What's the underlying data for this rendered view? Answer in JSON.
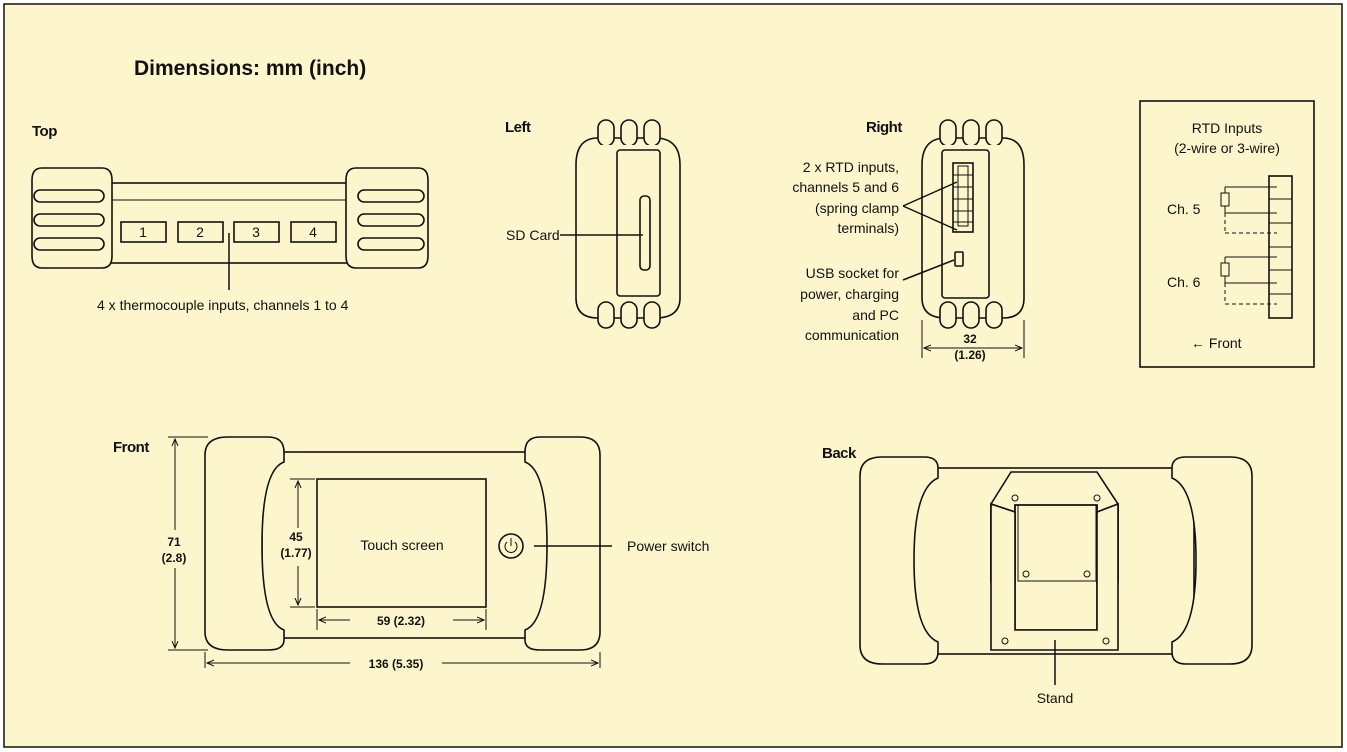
{
  "title": "Dimensions: mm (inch)",
  "views": {
    "top": "Top",
    "left": "Left",
    "right": "Right",
    "front": "Front",
    "back": "Back"
  },
  "top": {
    "channels": [
      "1",
      "2",
      "3",
      "4"
    ],
    "callout": "4 x thermocouple inputs, channels 1 to 4"
  },
  "left": {
    "sd_card": "SD Card"
  },
  "right": {
    "rtd_callout": [
      "2 x RTD inputs,",
      "channels 5 and 6",
      "(spring clamp",
      "terminals)"
    ],
    "usb_callout": [
      "USB socket for",
      "power, charging",
      "and PC",
      "communication"
    ],
    "width_mm": "32",
    "width_in": "(1.26)"
  },
  "rtd_box": {
    "title_line1": "RTD Inputs",
    "title_line2": "(2-wire or 3-wire)",
    "ch5": "Ch. 5",
    "ch6": "Ch. 6",
    "front": "← Front"
  },
  "front": {
    "touch_screen": "Touch screen",
    "power_switch": "Power switch",
    "height_mm": "71",
    "height_in": "(2.8)",
    "screen_h_mm": "45",
    "screen_h_in": "(1.77)",
    "screen_w": "59 (2.32)",
    "width": "136 (5.35)"
  },
  "back": {
    "stand": "Stand"
  },
  "colors": {
    "background": "#fdf6cc",
    "outline": "#111111"
  }
}
